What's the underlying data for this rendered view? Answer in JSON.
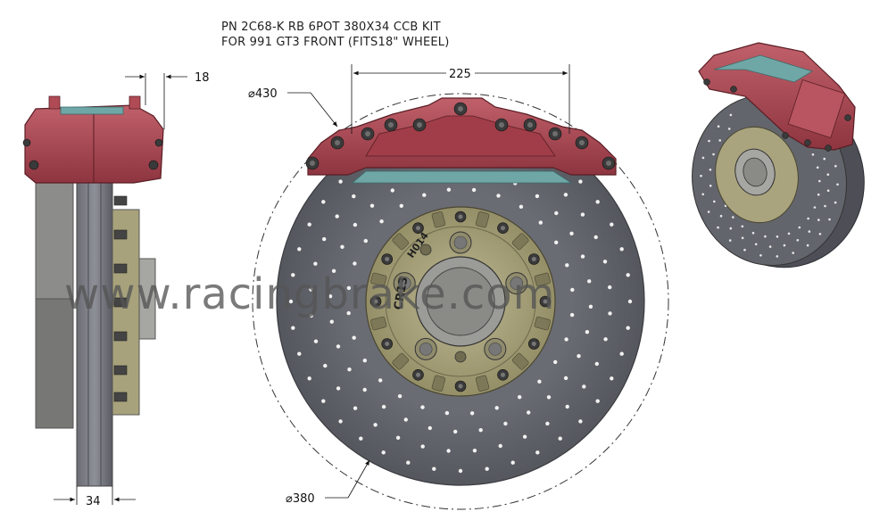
{
  "title": {
    "line1": "PN 2C68-K RB 6POT 380X34 CCB KIT",
    "line2": "FOR 991 GT3 FRONT (FITS18\" WHEEL)"
  },
  "dimensions": {
    "offset": "18",
    "caliper_width": "225",
    "outer_diameter": "⌀430",
    "rotor_diameter": "⌀380",
    "rotor_thickness": "34"
  },
  "hat_stamps": {
    "left": "CR13",
    "top": "H014"
  },
  "watermark": "www.racingbrake.com",
  "colors": {
    "caliper_red": "#a8434e",
    "caliper_dark": "#7a2a33",
    "rotor_gray": "#5e6068",
    "hat_olive": "#a8a27c",
    "hub_gray": "#8c8c88",
    "pad_teal": "#6fa7a6"
  }
}
